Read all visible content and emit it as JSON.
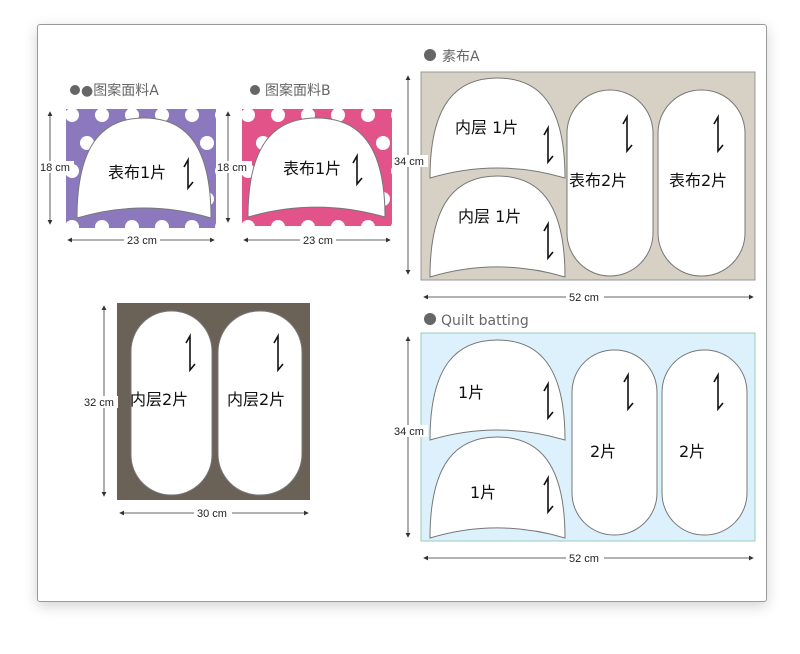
{
  "colors": {
    "purple_fabric": "#8c79bd",
    "pink_fabric": "#e2538a",
    "plain_fabric": "#d7d1c5",
    "brown_fabric": "#6a6157",
    "batting": "#dcf1fb",
    "section_bullet": "#666666"
  },
  "sections": {
    "pattern_a": {
      "title": "●图案面料A",
      "piece_label": "表布1片",
      "height": "18 cm",
      "width": "23 cm"
    },
    "pattern_b": {
      "title": "图案面料B",
      "piece_label": "表布1片",
      "height": "18 cm",
      "width": "23 cm"
    },
    "plain_a": {
      "title": "素布A",
      "dome_labels": [
        "内层 1片",
        "内层 1片"
      ],
      "sole_labels": [
        "表布2片",
        "表布2片"
      ],
      "height": "34 cm",
      "width": "52 cm"
    },
    "inner": {
      "sole_labels": [
        "内层2片",
        "内层2片"
      ],
      "height": "32 cm",
      "width": "30 cm"
    },
    "batting": {
      "title": "Quilt batting",
      "dome_labels": [
        "1片",
        "1片"
      ],
      "sole_labels": [
        "2片",
        "2片"
      ],
      "height": "34 cm",
      "width": "52 cm"
    }
  },
  "icons": {
    "bullet": "filled-circle-icon",
    "grain": "grainline-arrow-icon"
  }
}
